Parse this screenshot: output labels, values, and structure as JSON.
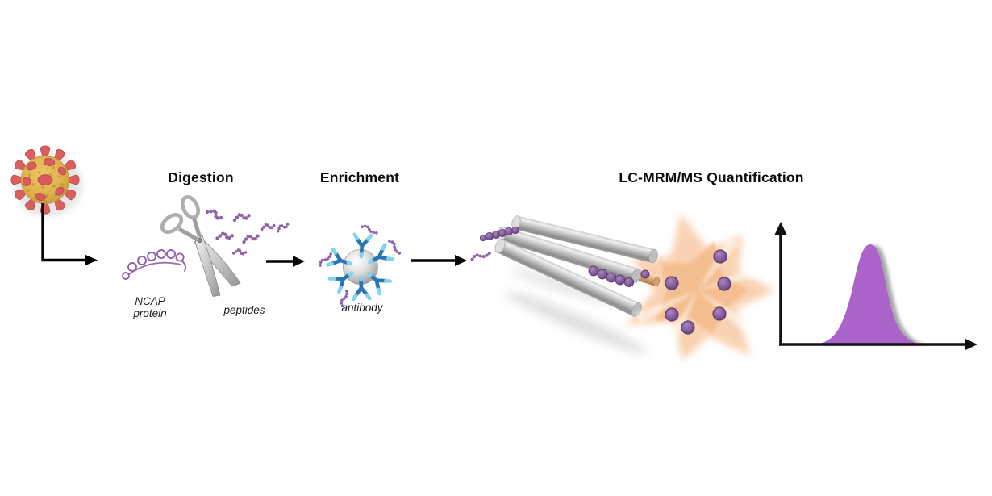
{
  "diagram": {
    "background": "#ffffff",
    "steps": {
      "sample": {
        "icon": "sars-cov-2-virion"
      },
      "digestion": {
        "title": "Digestion",
        "protein_label_line1": "NCAP",
        "protein_label_line2": "protein",
        "peptides_label": "peptides",
        "icons": [
          "scissors-icon",
          "ncap-protein-coil-icon",
          "peptide-fragment-icon"
        ]
      },
      "enrichment": {
        "title": "Enrichment",
        "antibody_label": "antibody",
        "icons": [
          "antibody-bead-icon",
          "antibody-icon",
          "captured-peptide-icon"
        ]
      },
      "quantification": {
        "title": "LC-MRM/MS Quantification",
        "icons": [
          "lc-column-icon",
          "esi-emitter-tip-icon",
          "ionization-spray-icon",
          "ion-dot-icon",
          "chromatogram-peak-icon",
          "axis-arrow-icon"
        ]
      }
    },
    "flow_arrows": [
      "virus-to-digestion",
      "digestion-to-enrichment",
      "enrichment-to-lcms"
    ],
    "colors": {
      "peptide_purple": "#8f62a8",
      "peak_purple": "#a963c9",
      "ion_purple": "#7a4f8e",
      "antibody_blue": "#2a76b4",
      "antibody_tip_blue": "#7fd4ee",
      "virus_body_gold": "#e2b54e",
      "virus_spike_red": "#dc5f5f",
      "column_gray": "#b5b5b5",
      "emitter_orange": "#d7a272",
      "spray_orange": "#f7c49a",
      "arrow_black": "#000000"
    }
  }
}
